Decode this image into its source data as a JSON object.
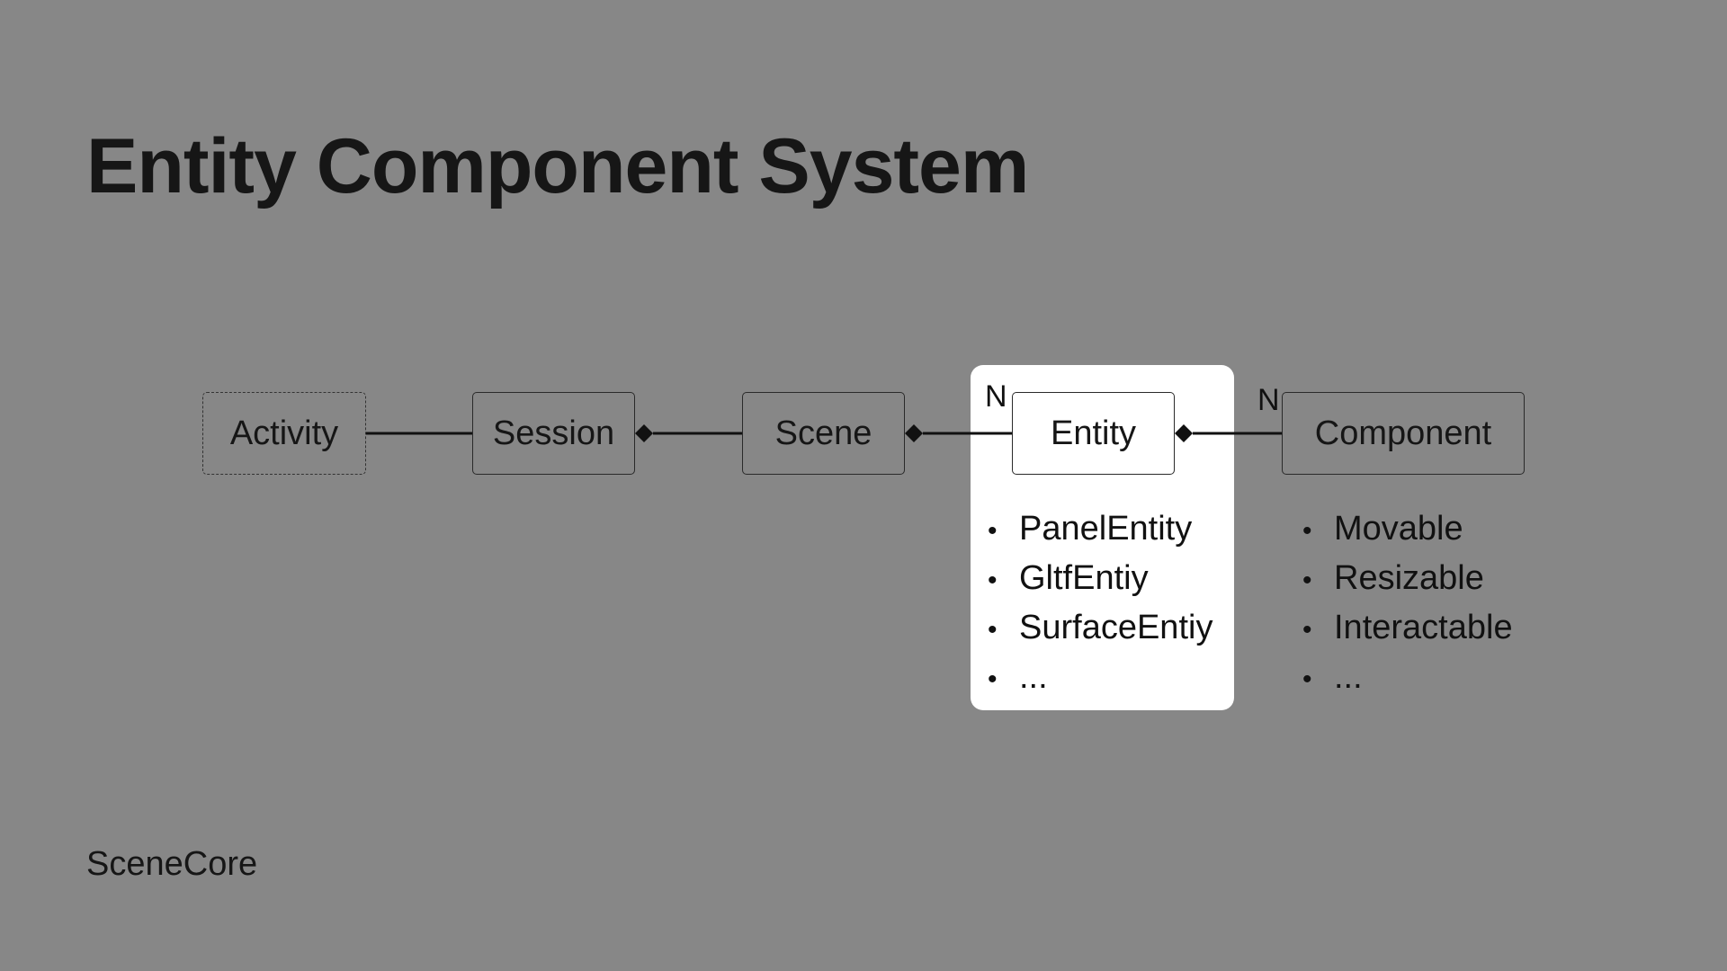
{
  "slide": {
    "title": "Entity Component System",
    "footer": "SceneCore"
  },
  "diagram": {
    "nodes": {
      "activity": "Activity",
      "session": "Session",
      "scene": "Scene",
      "entity": "Entity",
      "component": "Component"
    },
    "multiplicity": {
      "entity": "N",
      "component": "N"
    },
    "entity_types": [
      "PanelEntity",
      "GltfEntiy",
      "SurfaceEntiy",
      "..."
    ],
    "component_types": [
      "Movable",
      "Resizable",
      "Interactable",
      "..."
    ]
  }
}
